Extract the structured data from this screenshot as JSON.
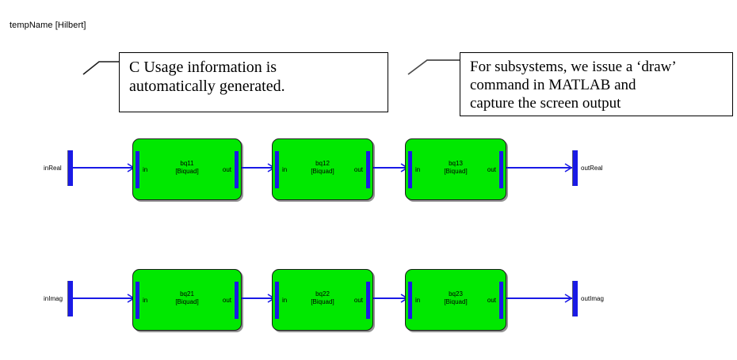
{
  "diagram": {
    "title": "tempName [Hilbert]",
    "accent_block_color": "#00e800",
    "signal_color": "#1a1ae6",
    "port_label_in": "in",
    "port_label_out": "out"
  },
  "annotations": [
    {
      "id": "callout-1",
      "line1": "C Usage information is",
      "line2": "automatically generated.",
      "line3": ""
    },
    {
      "id": "callout-2",
      "line1": "For subsystems, we issue a ‘draw’",
      "line2": "command in MATLAB and",
      "line3": "capture the screen output"
    }
  ],
  "rows": [
    {
      "input_label": "inReal",
      "output_label": "outReal",
      "blocks": [
        {
          "name": "bq11",
          "type": "[Biquad]",
          "in": "in",
          "out": "out"
        },
        {
          "name": "bq12",
          "type": "[Biquad]",
          "in": "in",
          "out": "out"
        },
        {
          "name": "bq13",
          "type": "[Biquad]",
          "in": "in",
          "out": "out"
        }
      ]
    },
    {
      "input_label": "inImag",
      "output_label": "outImag",
      "blocks": [
        {
          "name": "bq21",
          "type": "[Biquad]",
          "in": "in",
          "out": "out"
        },
        {
          "name": "bq22",
          "type": "[Biquad]",
          "in": "in",
          "out": "out"
        },
        {
          "name": "bq23",
          "type": "[Biquad]",
          "in": "in",
          "out": "out"
        }
      ]
    }
  ]
}
